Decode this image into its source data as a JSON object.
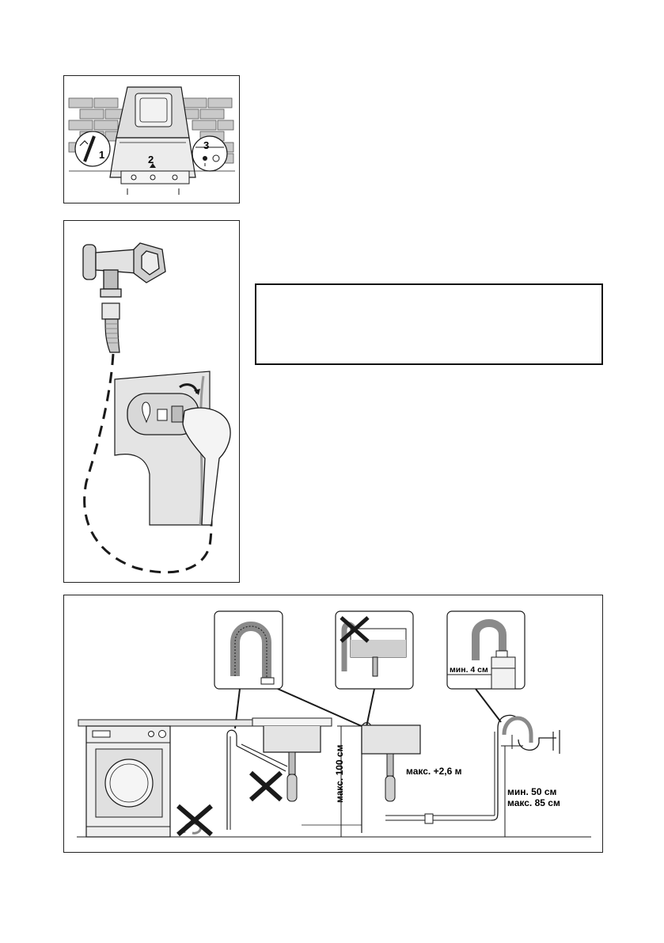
{
  "figure1": {
    "step_labels": [
      "1",
      "2",
      "3"
    ]
  },
  "figure3": {
    "labels": {
      "min_gap": "мин. 4 см",
      "max_height": "макс. 100 см",
      "max_length": "макс. +2,6 м",
      "min_height": "мин. 50 см",
      "max_height_wall": "макс. 85 см"
    }
  },
  "colors": {
    "line": "#1a1a1a",
    "hatch": "#8a8a8a",
    "fill_light": "#e6e6e6",
    "fill_mid": "#bdbdbd",
    "water": "#cfcfcf"
  }
}
